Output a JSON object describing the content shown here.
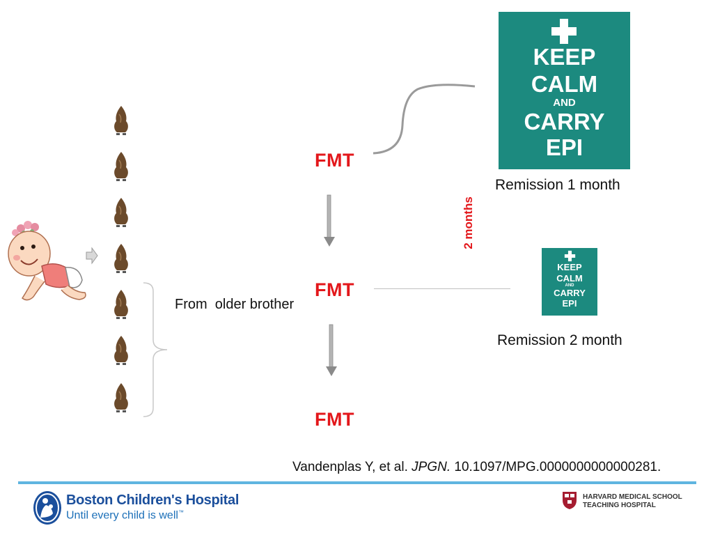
{
  "slide": {
    "fmt_labels": [
      "FMT",
      "FMT",
      "FMT"
    ],
    "interval_label": "2 months",
    "donor_label": "From  older brother",
    "remission_1": "Remission 1 month",
    "remission_2": "Remission 2 month",
    "posters": {
      "large": [
        "KEEP",
        "CALM",
        "AND",
        "CARRY",
        "EPI"
      ],
      "small": [
        "KEEP",
        "CALM",
        "AND",
        "CARRY",
        "EPI"
      ]
    },
    "colors": {
      "accent_red": "#e3171b",
      "poster_teal": "#1c8a7f",
      "rule_blue": "#5fb5e0",
      "logo_blue": "#1b4f9c"
    }
  },
  "citation": {
    "authors": "Vandenplas Y, et al.",
    "journal": "JPGN.",
    "doi": "10.1097/MPG.0000000000000281."
  },
  "footer": {
    "hospital_name": "Boston Children's Hospital",
    "tagline": "Until every child is well",
    "tagline_mark": "™",
    "partner_line1": "HARVARD MEDICAL SCHOOL",
    "partner_line2": "TEACHING HOSPITAL"
  }
}
